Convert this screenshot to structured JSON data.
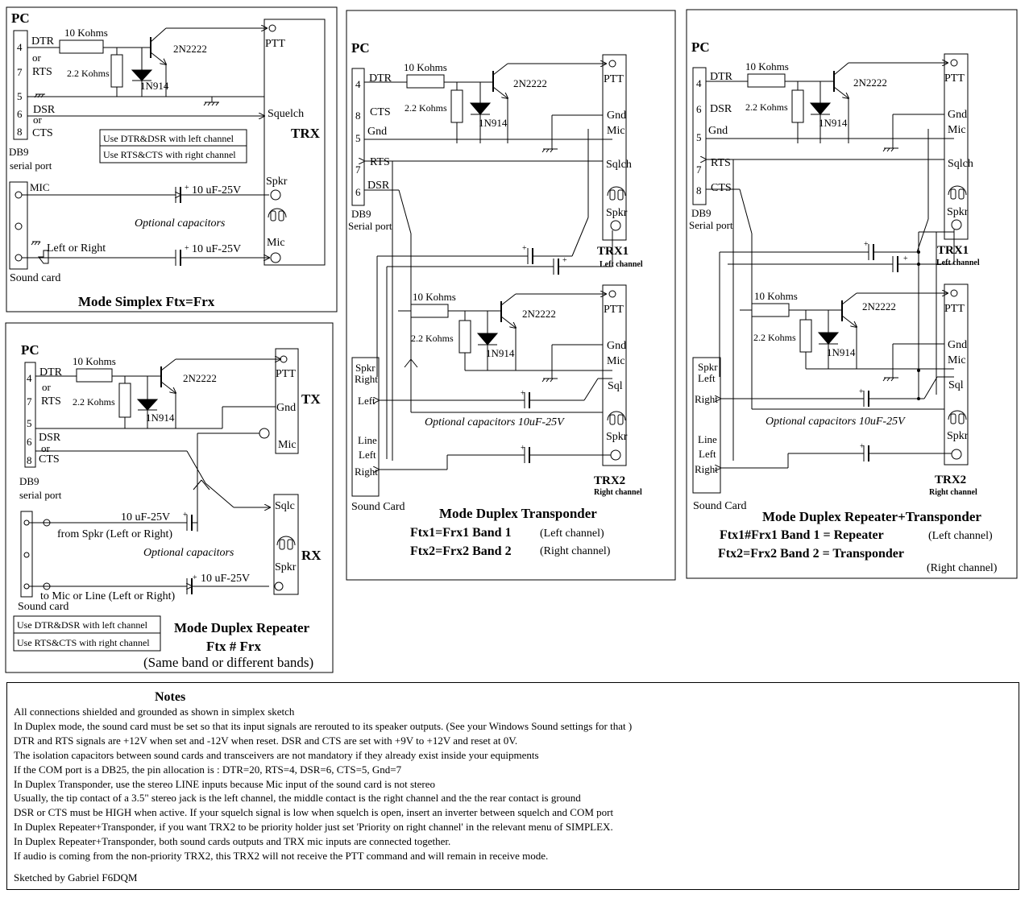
{
  "simplex": {
    "pc": "PC",
    "pins": [
      "4",
      "7",
      "5",
      "6",
      "8"
    ],
    "dtr": "DTR",
    "or1": "or",
    "rts": "RTS",
    "dsr": "DSR",
    "or2": "or",
    "cts": "CTS",
    "r1": "10 Kohms",
    "r2": "2.2 Kohms",
    "transistor": "2N2222",
    "diode": "1N914",
    "ptt": "PTT",
    "squelch": "Squelch",
    "trx": "TRX",
    "note1": "Use DTR&DSR with left channel",
    "note2": "Use RTS&CTS with right channel",
    "db9": "DB9",
    "serial": "serial port",
    "mic_in": "MIC",
    "cap1": "10 uF-25V",
    "spkr": "Spkr",
    "optional": "Optional capacitors",
    "left_right": "Left or Right",
    "cap2": "10 uF-25V",
    "mic": "Mic",
    "soundcard": "Sound card",
    "title": "Mode Simplex Ftx=Frx"
  },
  "repeater": {
    "pc": "PC",
    "pins": [
      "4",
      "7",
      "5",
      "6",
      "8"
    ],
    "dtr": "DTR",
    "or1": "or",
    "rts": "RTS",
    "dsr": "DSR",
    "or2": "or",
    "cts": "CTS",
    "r1": "10 Kohms",
    "r2": "2.2 Kohms",
    "transistor": "2N2222",
    "diode": "1N914",
    "ptt": "PTT",
    "gnd": "Gnd",
    "mic": "Mic",
    "tx": "TX",
    "db9": "DB9",
    "serial": "serial port",
    "sqlc": "Sqlc",
    "rx": "RX",
    "spkr": "Spkr",
    "cap1": "10 uF-25V",
    "from_spkr": "from Spkr (Left or Right)",
    "optional": "Optional capacitors",
    "cap2": "10 uF-25V",
    "to_mic": "to Mic or Line (Left or Right)",
    "soundcard": "Sound card",
    "note1": "Use DTR&DSR with left channel",
    "note2": "Use RTS&CTS with right channel",
    "title": "Mode Duplex Repeater",
    "sub1": "Ftx # Frx",
    "sub2": "(Same band or different bands)"
  },
  "transponder": {
    "pc": "PC",
    "pins": [
      "4",
      "8",
      "5",
      "7",
      "6"
    ],
    "dtr": "DTR",
    "cts": "CTS",
    "gnd": "Gnd",
    "rts": "RTS",
    "dsr": "DSR",
    "db9": "DB9",
    "serial": "Serial port",
    "r1": "10 Kohms",
    "r2": "2.2 Kohms",
    "transistor": "2N2222",
    "diode": "1N914",
    "trx1": {
      "ptt": "PTT",
      "gnd": "Gnd",
      "mic": "Mic",
      "sq": "Sqlch",
      "spkr": "Spkr",
      "name": "TRX1",
      "channel": "Left channel"
    },
    "r1b": "10 Kohms",
    "r2b": "2.2 Kohms",
    "transistor2": "2N2222",
    "diode2": "1N914",
    "trx2": {
      "ptt": "PTT",
      "gnd": "Gnd",
      "mic": "Mic",
      "sq": "Sql",
      "spkr": "Spkr",
      "name": "TRX2",
      "channel": "Right channel"
    },
    "sc": {
      "spkr": "Spkr",
      "right": "Right",
      "left": "Left",
      "line": "Line",
      "left2": "Left",
      "right2": "Right",
      "label": "Sound Card"
    },
    "optional": "Optional capacitors 10uF-25V",
    "title": "Mode Duplex Transponder",
    "l1a": "Ftx1=Frx1  Band 1",
    "l1b": "(Left channel)",
    "l2a": "Ftx2=Frx2  Band 2",
    "l2b": "(Right channel)"
  },
  "reptrans": {
    "pc": "PC",
    "pins": [
      "4",
      "6",
      "5",
      "7",
      "8"
    ],
    "dtr": "DTR",
    "dsr": "DSR",
    "gnd": "Gnd",
    "rts": "RTS",
    "cts": "CTS",
    "db9": "DB9",
    "serial": "Serial port",
    "r1": "10 Kohms",
    "r2": "2.2 Kohms",
    "transistor": "2N2222",
    "diode": "1N914",
    "trx1": {
      "ptt": "PTT",
      "gnd": "Gnd",
      "mic": "Mic",
      "sq": "Sqlch",
      "spkr": "Spkr",
      "name": "TRX1",
      "channel": "Left channel"
    },
    "r1b": "10 Kohms",
    "r2b": "2.2 Kohms",
    "transistor2": "2N2222",
    "diode2": "1N914",
    "trx2": {
      "ptt": "PTT",
      "gnd": "Gnd",
      "mic": "Mic",
      "sq": "Sql",
      "spkr": "Spkr",
      "name": "TRX2",
      "channel": "Right channel"
    },
    "sc": {
      "spkr": "Spkr",
      "left": "Left",
      "right": "Right",
      "line": "Line",
      "left2": "Left",
      "right2": "Right",
      "label": "Sound Card"
    },
    "optional": "Optional capacitors 10uF-25V",
    "title": "Mode Duplex Repeater+Transponder",
    "l1a": "Ftx1#Frx1  Band 1 = Repeater",
    "l1b": "(Left channel)",
    "l2a": "Ftx2=Frx2  Band 2  = Transponder",
    "l2b": "(Right channel)"
  },
  "notes": {
    "title": "Notes",
    "lines": [
      "All connections shielded and grounded as shown in simplex sketch",
      "In Duplex mode, the sound card must be set so that its input signals are rerouted to its speaker outputs. (See your Windows Sound settings for that )",
      "DTR and RTS signals are +12V when set and -12V when reset. DSR and CTS are set with +9V to +12V and reset at 0V.",
      "The isolation capacitors between sound cards and transceivers are not mandatory if they already exist inside your equipments",
      "If the COM port is a DB25, the pin allocation is : DTR=20, RTS=4, DSR=6, CTS=5, Gnd=7",
      "In Duplex Transponder, use the stereo LINE inputs because Mic input of the sound card is not stereo",
      "Usually, the tip contact of a 3.5\" stereo jack is the left channel, the middle contact is the right channel and the the rear contact is ground",
      "DSR or CTS must be HIGH when  active. If your squelch signal is low when squelch is open, insert an inverter between squelch and COM port",
      "In Duplex Repeater+Transponder,  if you want TRX2 to be priority holder just set 'Priority on right channel' in the relevant menu of SIMPLEX.",
      "In Duplex Repeater+Transponder, both sound cards outputs and TRX mic inputs are connected together.",
      "If audio is coming from the non-priority TRX2, this TRX2 will not receive the PTT command and will remain in receive mode."
    ],
    "signature": "Sketched by Gabriel F6DQM"
  }
}
